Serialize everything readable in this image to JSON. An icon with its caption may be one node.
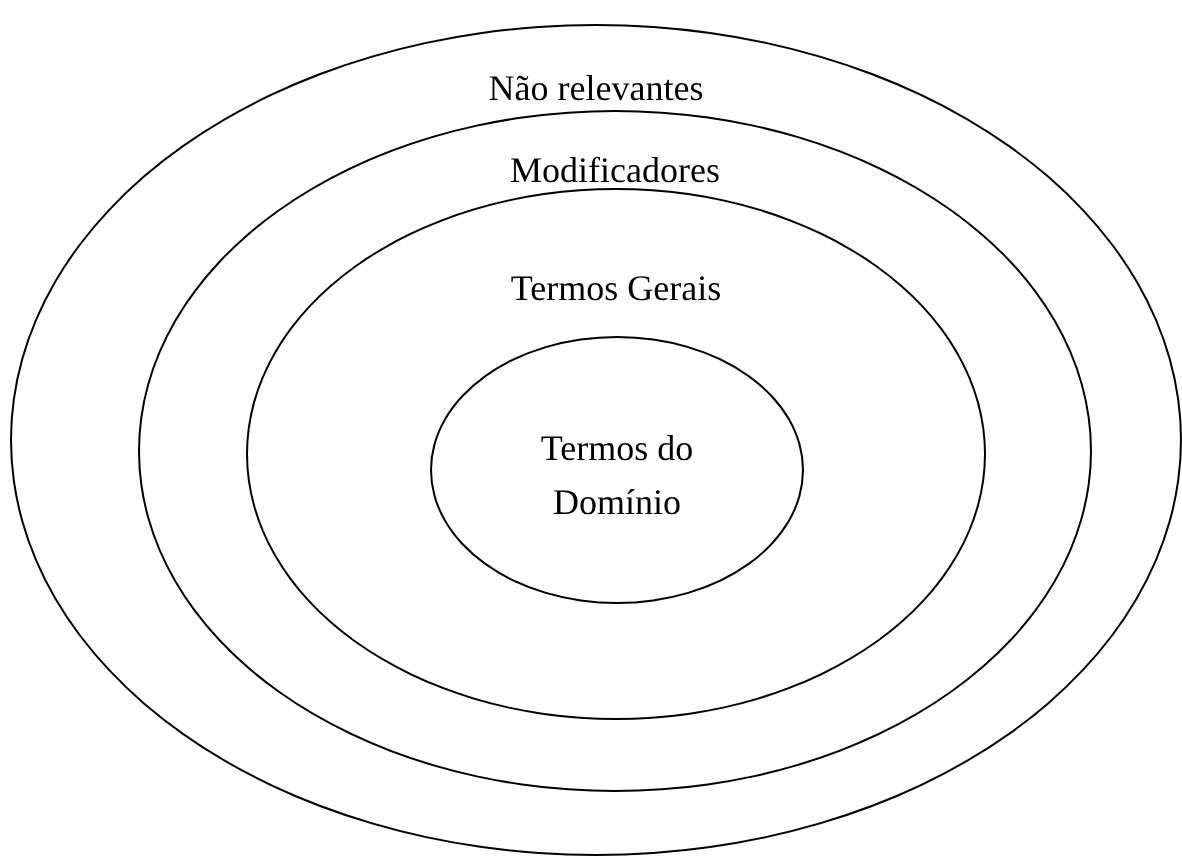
{
  "diagram": {
    "nodes": [
      {
        "text": [
          "Não relevantes"
        ]
      },
      {
        "text": [
          "Modificadores"
        ],
        "in": 0
      },
      {
        "text": [
          "Termos Gerais"
        ],
        "in": 1
      },
      {
        "text": [
          "Termos do Domínio"
        ],
        "in": 2
      }
    ]
  }
}
